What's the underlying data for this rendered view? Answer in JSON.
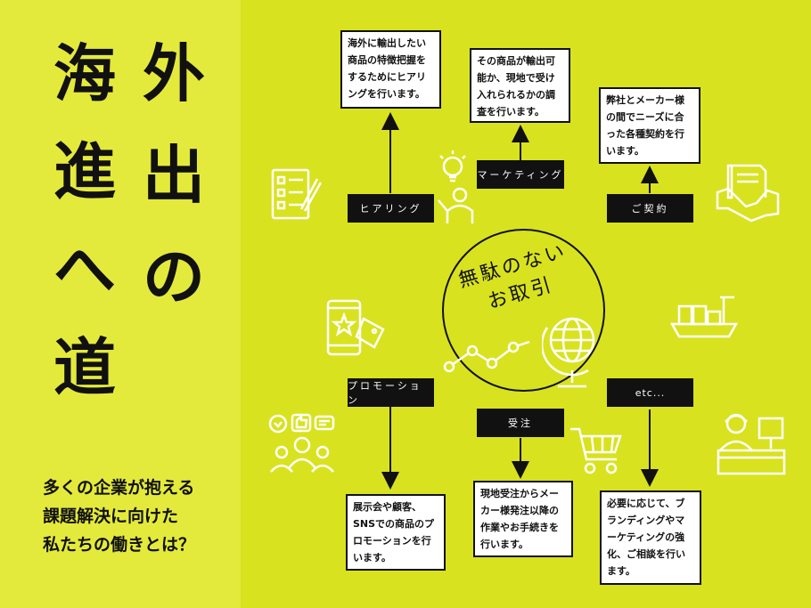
{
  "title": {
    "col1": [
      "海",
      "進",
      "へ",
      "道"
    ],
    "col2": [
      "外",
      "出",
      "の"
    ]
  },
  "subtitle": [
    "多くの企業が抱える",
    "課題解決に向けた",
    "私たちの働きとは？"
  ],
  "center": [
    "無駄のない",
    "お取引"
  ],
  "tags": {
    "hearing": "ヒアリング",
    "marketing": "マーケティング",
    "contract": "ご契約",
    "promotion": "プロモーション",
    "order": "受注",
    "etc": "etc..."
  },
  "boxes": {
    "hearing": [
      "海外に輸出したい",
      "商品の特徴把握を",
      "するためにヒアリ",
      "ングを行います。"
    ],
    "marketing": [
      "その商品が輸出可",
      "能か、現地で受け",
      "入れられるかの調",
      "査を行います。"
    ],
    "contract": [
      "弊社とメーカー様",
      "の間でニーズに合",
      "った各種契約を行",
      "います。"
    ],
    "promotion": [
      "展示会や顧客、",
      "SNSでの商品のプ",
      "ロモーションを行",
      "います。"
    ],
    "order": [
      "現地受注からメー",
      "カー様発注以降の",
      "作業やお手続きを",
      "行います。"
    ],
    "etc": [
      "必要に応じて、ブ",
      "ランディングやマ",
      "ーケティングの強",
      "化、ご相談を行い",
      "ます。"
    ]
  },
  "icons": [
    "checklist-icon",
    "lightbulb-person-icon",
    "handshake-contract-icon",
    "smartphone-tag-icon",
    "cargo-ship-icon",
    "globe-icon",
    "trend-line-icon",
    "social-media-people-icon",
    "shopping-cart-icon",
    "service-desk-icon"
  ]
}
